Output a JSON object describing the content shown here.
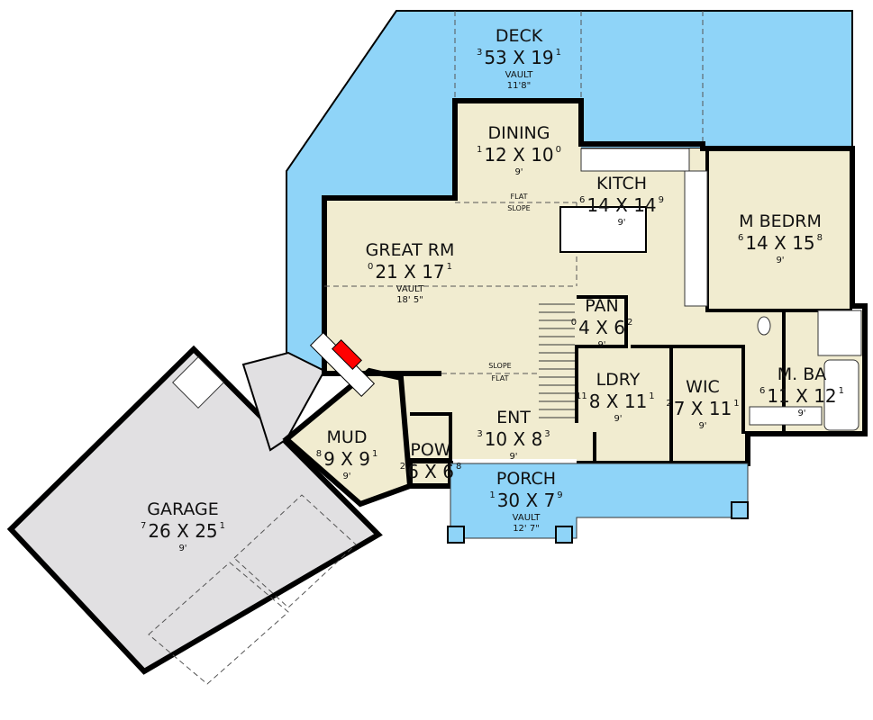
{
  "colors": {
    "deck": "#8fd4f8",
    "interior": "#f1ecd0",
    "garage": "#e1e0e2",
    "wall": "#000000",
    "fireplace": "#ff0000"
  },
  "rooms": {
    "deck": {
      "name": "DECK",
      "dims": "53 X 19",
      "sup": [
        "3",
        "1"
      ],
      "ceiling_label": "VAULT",
      "ceiling": "11'8\""
    },
    "dining": {
      "name": "DINING",
      "dims": "12 X 10",
      "sup": [
        "1",
        "0"
      ],
      "ceiling": "9'"
    },
    "kitchen": {
      "name": "KITCH",
      "dims": "14 X 14",
      "sup": [
        "6",
        "9"
      ],
      "ceiling": "9'"
    },
    "master_bedroom": {
      "name": "M BEDRM",
      "dims": "14 X 15",
      "sup": [
        "6",
        "8"
      ],
      "ceiling": "9'"
    },
    "great_room": {
      "name": "GREAT RM",
      "dims": "21 X 17",
      "sup": [
        "0",
        "1"
      ],
      "ceiling_label": "VAULT",
      "ceiling": "18' 5\""
    },
    "pantry": {
      "name": "PAN",
      "dims": "4 X 6",
      "sup": [
        "0",
        "2"
      ],
      "ceiling": "9'"
    },
    "laundry": {
      "name": "LDRY",
      "dims": "8 X 11",
      "sup": [
        "11",
        "1"
      ],
      "ceiling": "9'"
    },
    "wic": {
      "name": "WIC",
      "dims": "7 X 11",
      "sup": [
        "2",
        "1"
      ],
      "ceiling": "9'"
    },
    "master_bath": {
      "name": "M. BA",
      "dims": "11 X 12",
      "sup": [
        "6",
        "1"
      ],
      "ceiling": "9'"
    },
    "entry": {
      "name": "ENT",
      "dims": "10 X 8",
      "sup": [
        "3",
        "3"
      ],
      "ceiling": "9'"
    },
    "powder": {
      "name": "POW",
      "dims": "6 X 6",
      "sup": [
        "2",
        "8"
      ]
    },
    "mud": {
      "name": "MUD",
      "dims": "9 X 9",
      "sup": [
        "8",
        "1"
      ],
      "ceiling": "9'"
    },
    "porch": {
      "name": "PORCH",
      "dims": "30 X 7",
      "sup": [
        "1",
        "9"
      ],
      "ceiling_label": "VAULT",
      "ceiling": "12' 7\""
    },
    "garage": {
      "name": "GARAGE",
      "dims": "26 X 25",
      "sup": [
        "7",
        "1"
      ],
      "ceiling": "9'"
    }
  },
  "notes": {
    "flat": "FLAT",
    "slope": "SLOPE"
  }
}
